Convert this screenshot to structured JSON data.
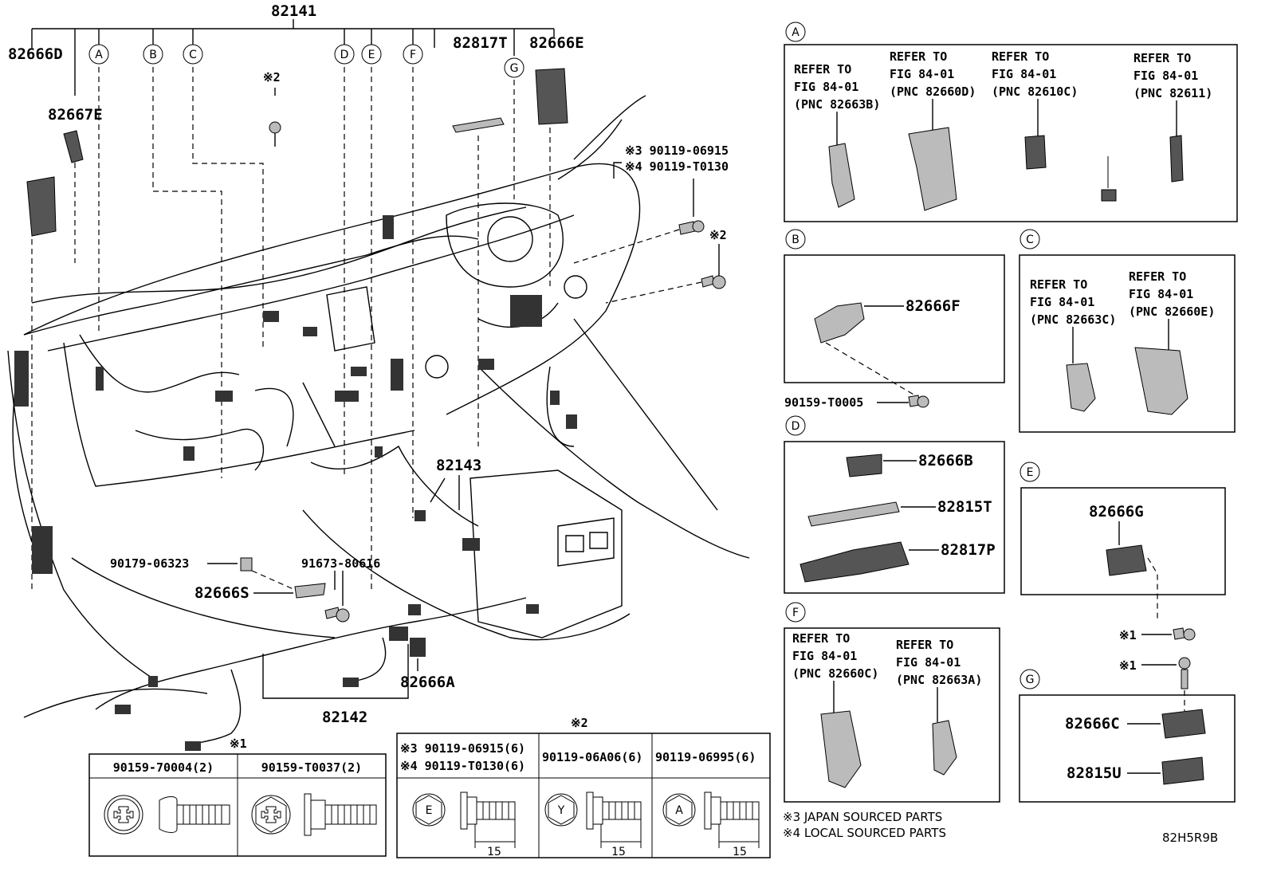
{
  "diagram_code": "82H5R9B",
  "main_labels": {
    "harness_main": "82141",
    "harness_floor": "82142",
    "harness_console": "82143",
    "p82666D": "82666D",
    "p82667E": "82667E",
    "p82817T": "82817T",
    "p82666E": "82666E",
    "p82666S": "82666S",
    "p82666A": "82666A",
    "p90179": "90179-06323",
    "p91673": "91673-80616",
    "bolt_a_j": "※3 90119-06915",
    "bolt_a_l": "※4 90119-T0130",
    "mark2_top": "※2",
    "mark2_right": "※2"
  },
  "circle_letters": [
    "A",
    "B",
    "C",
    "D",
    "E",
    "F",
    "G"
  ],
  "detail_A": {
    "letter": "A",
    "refs": [
      {
        "l1": "REFER TO",
        "l2": "FIG 84-01",
        "l3": "(PNC 82663B)"
      },
      {
        "l1": "REFER TO",
        "l2": "FIG 84-01",
        "l3": "(PNC 82660D)"
      },
      {
        "l1": "REFER TO",
        "l2": "FIG 84-01",
        "l3": "(PNC 82610C)"
      },
      {
        "l1": "REFER TO",
        "l2": "FIG 84-01",
        "l3": "(PNC 82611)"
      }
    ]
  },
  "detail_B": {
    "letter": "B",
    "part": "82666F",
    "bolt": "90159-T0005"
  },
  "detail_C": {
    "letter": "C",
    "refs": [
      {
        "l1": "REFER TO",
        "l2": "FIG 84-01",
        "l3": "(PNC 82663C)"
      },
      {
        "l1": "REFER TO",
        "l2": "FIG 84-01",
        "l3": "(PNC 82660E)"
      }
    ]
  },
  "detail_D": {
    "letter": "D",
    "parts": [
      "82666B",
      "82815T",
      "82817P"
    ]
  },
  "detail_E": {
    "letter": "E",
    "part": "82666G",
    "mark": "※1"
  },
  "detail_F": {
    "letter": "F",
    "refs": [
      {
        "l1": "REFER TO",
        "l2": "FIG 84-01",
        "l3": "(PNC 82660C)"
      },
      {
        "l1": "REFER TO",
        "l2": "FIG 84-01",
        "l3": "(PNC 82663A)"
      }
    ]
  },
  "detail_G": {
    "letter": "G",
    "parts": [
      "82666C",
      "82815U"
    ],
    "mark": "※1"
  },
  "table1": {
    "mark": "※1",
    "headers": [
      "90159-70004(2)",
      "90159-T0037(2)"
    ]
  },
  "table2": {
    "mark": "※2",
    "headers": [
      {
        "l1": "※3 90119-06915(6)",
        "l2": "※4 90119-T0130(6)",
        "head": "E",
        "dim": "15"
      },
      {
        "l1": "90119-06A06(6)",
        "l2": "",
        "head": "Y",
        "dim": "15"
      },
      {
        "l1": "90119-06995(6)",
        "l2": "",
        "head": "A",
        "dim": "15"
      }
    ]
  },
  "notes": {
    "n3": "※3 JAPAN SOURCED PARTS",
    "n4": "※4 LOCAL SOURCED PARTS"
  }
}
